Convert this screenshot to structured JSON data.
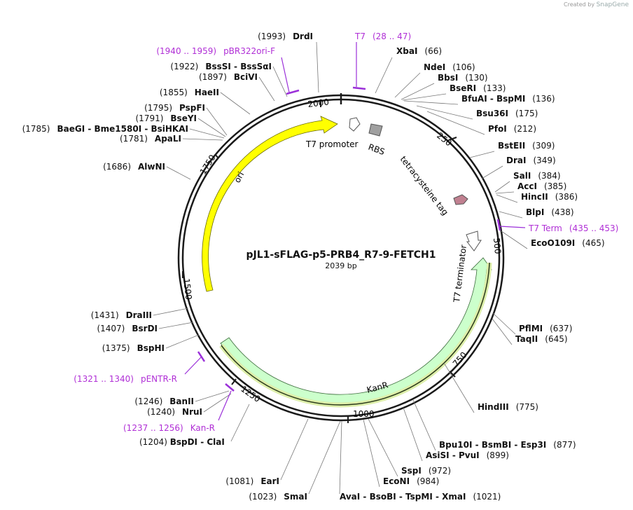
{
  "credit": {
    "prefix": "Created by",
    "brand": "SnapGene"
  },
  "plasmid": {
    "name": "pJL1-sFLAG-p5-PRB4_R7-9-FETCH1",
    "size": "2039 bp"
  },
  "ticks": [
    "250",
    "500",
    "750",
    "1000",
    "1250",
    "1500",
    "1750",
    "2000"
  ],
  "features": {
    "ori": "ori",
    "kanr": "KanR",
    "t7_promoter": "T7 promoter",
    "rbs": "RBS",
    "tetracysteine": "tetracysteine tag",
    "t7_terminator": "T7 terminator"
  },
  "sites": [
    {
      "name": "DrdI",
      "coord": "(1993)"
    },
    {
      "name": "XbaI",
      "coord": "(66)"
    },
    {
      "name": "NdeI",
      "coord": "(106)"
    },
    {
      "name": "BbsI",
      "coord": "(130)"
    },
    {
      "name": "BseRI",
      "coord": "(133)"
    },
    {
      "name": "BfuAI - BspMI",
      "coord": "(136)"
    },
    {
      "name": "Bsu36I",
      "coord": "(175)"
    },
    {
      "name": "PfoI",
      "coord": "(212)"
    },
    {
      "name": "BstEII",
      "coord": "(309)"
    },
    {
      "name": "DraI",
      "coord": "(349)"
    },
    {
      "name": "SalI",
      "coord": "(384)"
    },
    {
      "name": "AccI",
      "coord": "(385)"
    },
    {
      "name": "HincII",
      "coord": "(386)"
    },
    {
      "name": "BlpI",
      "coord": "(438)"
    },
    {
      "name": "EcoO109I",
      "coord": "(465)"
    },
    {
      "name": "PflMI",
      "coord": "(637)"
    },
    {
      "name": "TaqII",
      "coord": "(645)"
    },
    {
      "name": "HindIII",
      "coord": "(775)"
    },
    {
      "name": "Bpu10I - BsmBI - Esp3I",
      "coord": "(877)"
    },
    {
      "name": "AsiSI - PvuI",
      "coord": "(899)"
    },
    {
      "name": "SspI",
      "coord": "(972)"
    },
    {
      "name": "EcoNI",
      "coord": "(984)"
    },
    {
      "name": "AvaI - BsoBI - TspMI - XmaI",
      "coord": "(1021)"
    },
    {
      "name": "SmaI",
      "coord": "(1023)"
    },
    {
      "name": "EarI",
      "coord": "(1081)"
    },
    {
      "name": "BspDI - ClaI",
      "coord": "(1204)"
    },
    {
      "name": "NruI",
      "coord": "(1240)"
    },
    {
      "name": "BanII",
      "coord": "(1246)"
    },
    {
      "name": "BspHI",
      "coord": "(1375)"
    },
    {
      "name": "BsrDI",
      "coord": "(1407)"
    },
    {
      "name": "DraIII",
      "coord": "(1431)"
    },
    {
      "name": "AlwNI",
      "coord": "(1686)"
    },
    {
      "name": "ApaLI",
      "coord": "(1781)"
    },
    {
      "name": "BaeGI - Bme1580I - BsiHKAI",
      "coord": "(1785)"
    },
    {
      "name": "BseYI",
      "coord": "(1791)"
    },
    {
      "name": "PspFI",
      "coord": "(1795)"
    },
    {
      "name": "HaeII",
      "coord": "(1855)"
    },
    {
      "name": "BciVI",
      "coord": "(1897)"
    },
    {
      "name": "BssSI - BssSαI",
      "coord": "(1922)"
    }
  ],
  "primers": [
    {
      "name": "T7",
      "range": "(28 .. 47)"
    },
    {
      "name": "pBR322ori-F",
      "range": "(1940 .. 1959)"
    },
    {
      "name": "T7 Term",
      "range": "(435 .. 453)"
    },
    {
      "name": "pENTR-R",
      "range": "(1321 .. 1340)"
    },
    {
      "name": "Kan-R",
      "range": "(1237 .. 1256)"
    }
  ],
  "colors": {
    "backbone": "#1a1a1a",
    "ori": "#ffff00",
    "kanr": "#ccffcc",
    "primer": "#9b30d9",
    "rbs": "#a0a0a0",
    "tag": "#c08090",
    "tick": "#777777"
  }
}
